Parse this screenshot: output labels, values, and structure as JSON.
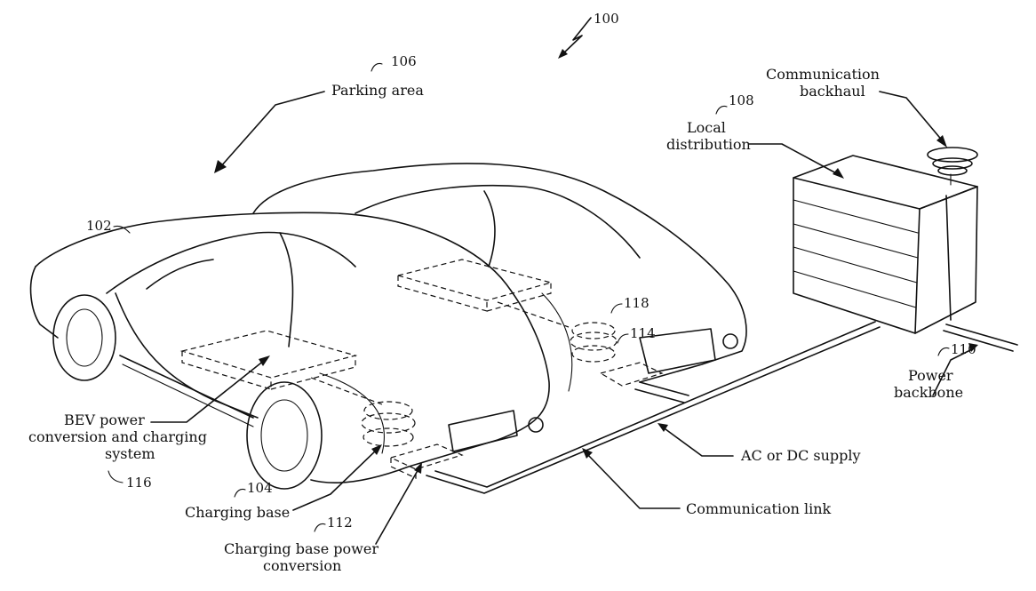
{
  "figure": {
    "ref_overall": "100",
    "labels": {
      "parking_area": {
        "ref": "106",
        "text": "Parking area"
      },
      "vehicle": {
        "ref": "102"
      },
      "local_distribution": {
        "ref": "108",
        "line1": "Local",
        "line2": "distribution"
      },
      "communication_backhaul": {
        "line1": "Communication",
        "line2": "backhaul"
      },
      "power_backbone": {
        "ref": "110",
        "line1": "Power",
        "line2": "backbone"
      },
      "ac_dc_supply": {
        "text": "AC or DC supply"
      },
      "communication_link": {
        "text": "Communication link"
      },
      "bev_system": {
        "ref": "116",
        "line1": "BEV power",
        "line2": "conversion and charging",
        "line3": "system"
      },
      "charging_base": {
        "ref": "104",
        "text": "Charging base"
      },
      "charging_base_power_conversion": {
        "ref": "112",
        "line1": "Charging base power",
        "line2": "conversion"
      },
      "ref_118": "118",
      "ref_114": "114"
    }
  }
}
